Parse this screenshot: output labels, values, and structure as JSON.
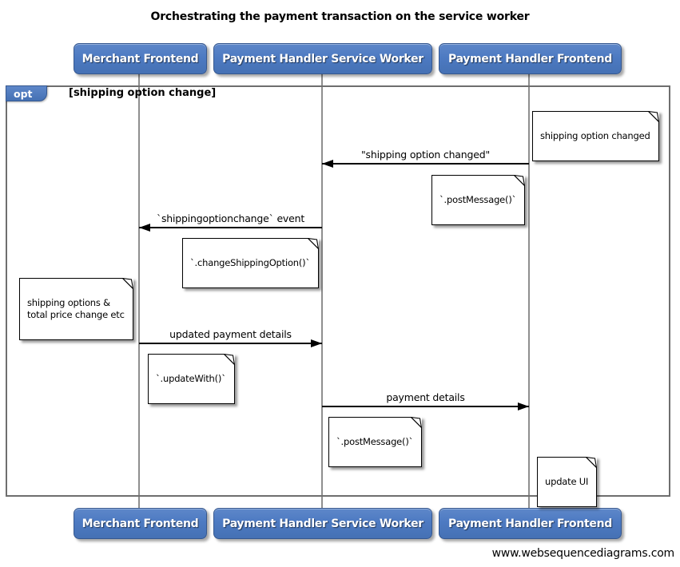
{
  "title": "Orchestrating the payment transaction on the service worker",
  "watermark": "www.websequencediagrams.com",
  "colors": {
    "actor_fill": "#4d7ac2",
    "actor_border": "#36588f",
    "actor_text": "#ffffff",
    "fragment_border": "#6e6e6e",
    "lifeline": "#8f8f8f",
    "arrow": "#000000",
    "note_background": "#ffffff",
    "note_border": "#000000"
  },
  "actors": [
    {
      "label": "Merchant Frontend"
    },
    {
      "label": "Payment Handler Service Worker"
    },
    {
      "label": "Payment Handler Frontend"
    }
  ],
  "fragment": {
    "operator": "opt",
    "condition": "[shipping option change]"
  },
  "messages": [
    {
      "label": "\"shipping option changed\"",
      "from": "Payment Handler Frontend",
      "to": "Payment Handler Service Worker",
      "direction": "left"
    },
    {
      "label": "`shippingoptionchange` event",
      "from": "Payment Handler Service Worker",
      "to": "Merchant Frontend",
      "direction": "left"
    },
    {
      "label": "updated payment details",
      "from": "Merchant Frontend",
      "to": "Payment Handler Service Worker",
      "direction": "right"
    },
    {
      "label": "payment details",
      "from": "Payment Handler Service Worker",
      "to": "Payment Handler Frontend",
      "direction": "right"
    }
  ],
  "notes": [
    {
      "text": "shipping option changed"
    },
    {
      "text": "`.postMessage()`"
    },
    {
      "text": "`.changeShippingOption()`"
    },
    {
      "text": "shipping options &\ntotal price change etc"
    },
    {
      "text": "`.updateWith()`"
    },
    {
      "text": "`.postMessage()`"
    },
    {
      "text": "update UI"
    }
  ]
}
